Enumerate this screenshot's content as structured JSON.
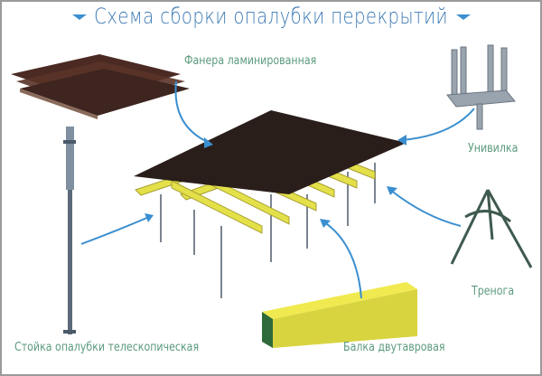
{
  "title": "Схема сборки опалубки перекрытий",
  "labels": {
    "plywood": "Фанера ламинированная",
    "fork": "Унивилка",
    "tripod": "Тренога",
    "prop": "Стойка опалубки телескопическая",
    "beam": "Балка двутавровая"
  },
  "colors": {
    "title": "#3d7ab5",
    "label": "#5b9a7c",
    "arrow": "#3a8fd0",
    "beam": "#e3e04a",
    "deck": "#2a1e1a"
  }
}
